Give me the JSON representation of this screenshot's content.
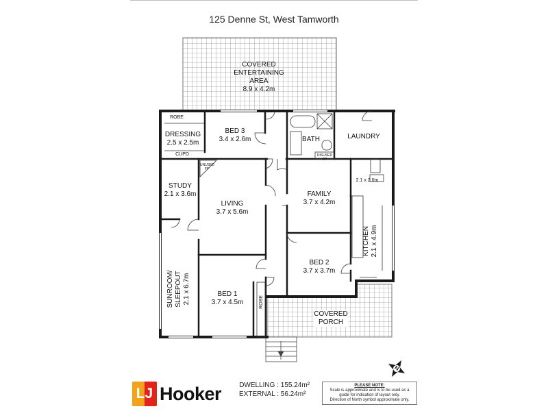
{
  "title": "125 Denne St, West Tamworth",
  "rooms": {
    "covered_entertaining": {
      "lines": [
        "COVERED",
        "ENTERTAINING",
        "AREA"
      ],
      "size": "8.9 x 4.2m"
    },
    "robe_top": {
      "name": "ROBE"
    },
    "dressing": {
      "name": "DRESSING",
      "size": "2.5 x 2.5m"
    },
    "cupd": {
      "name": "CUPD"
    },
    "bed3": {
      "name": "BED 3",
      "size": "3.4 x 2.6m"
    },
    "bath": {
      "name": "BATH"
    },
    "disused": {
      "name": "DISUSED FP"
    },
    "laundry": {
      "name": "LAUNDRY"
    },
    "study": {
      "name": "STUDY",
      "size": "2.1 x 3.6m"
    },
    "living": {
      "name": "LIVING",
      "size": "3.7 x 5.6m"
    },
    "unused_fp": {
      "name": "UNUSED FP"
    },
    "family": {
      "name": "FAMILY",
      "size": "3.7 x 4.2m"
    },
    "pantry": {
      "size": "2.1 x 2.0m"
    },
    "kitchen": {
      "name": "KITCHEN",
      "size": "2.1 x 4.9m"
    },
    "sunroom": {
      "name": "SUNROOM/ SLEEPOUT",
      "size": "2.1 x 6.7m"
    },
    "bed2": {
      "name": "BED 2",
      "size": "3.7 x 3.7m"
    },
    "bed1": {
      "name": "BED 1",
      "size": "3.7 x 4.5m"
    },
    "robe_bed1": {
      "name": "ROBE"
    },
    "covered_porch": {
      "lines": [
        "COVERED",
        "PORCH"
      ]
    }
  },
  "brand": {
    "mark": "LJ",
    "name": "Hooker",
    "orange": "#f2a31b",
    "red": "#e2231a"
  },
  "areas": {
    "dwelling_label": "DWELLING :",
    "dwelling_value": "155.24m²",
    "external_label": "EXTERNAL :",
    "external_value": "56.24m²"
  },
  "note": {
    "heading": "PLEASE NOTE:",
    "lines": [
      "Scale is approximate and is to be used as a",
      "guide for indication of layout only.",
      "Direction of North symbol approximate only."
    ]
  },
  "compass": {
    "letter": "N"
  }
}
